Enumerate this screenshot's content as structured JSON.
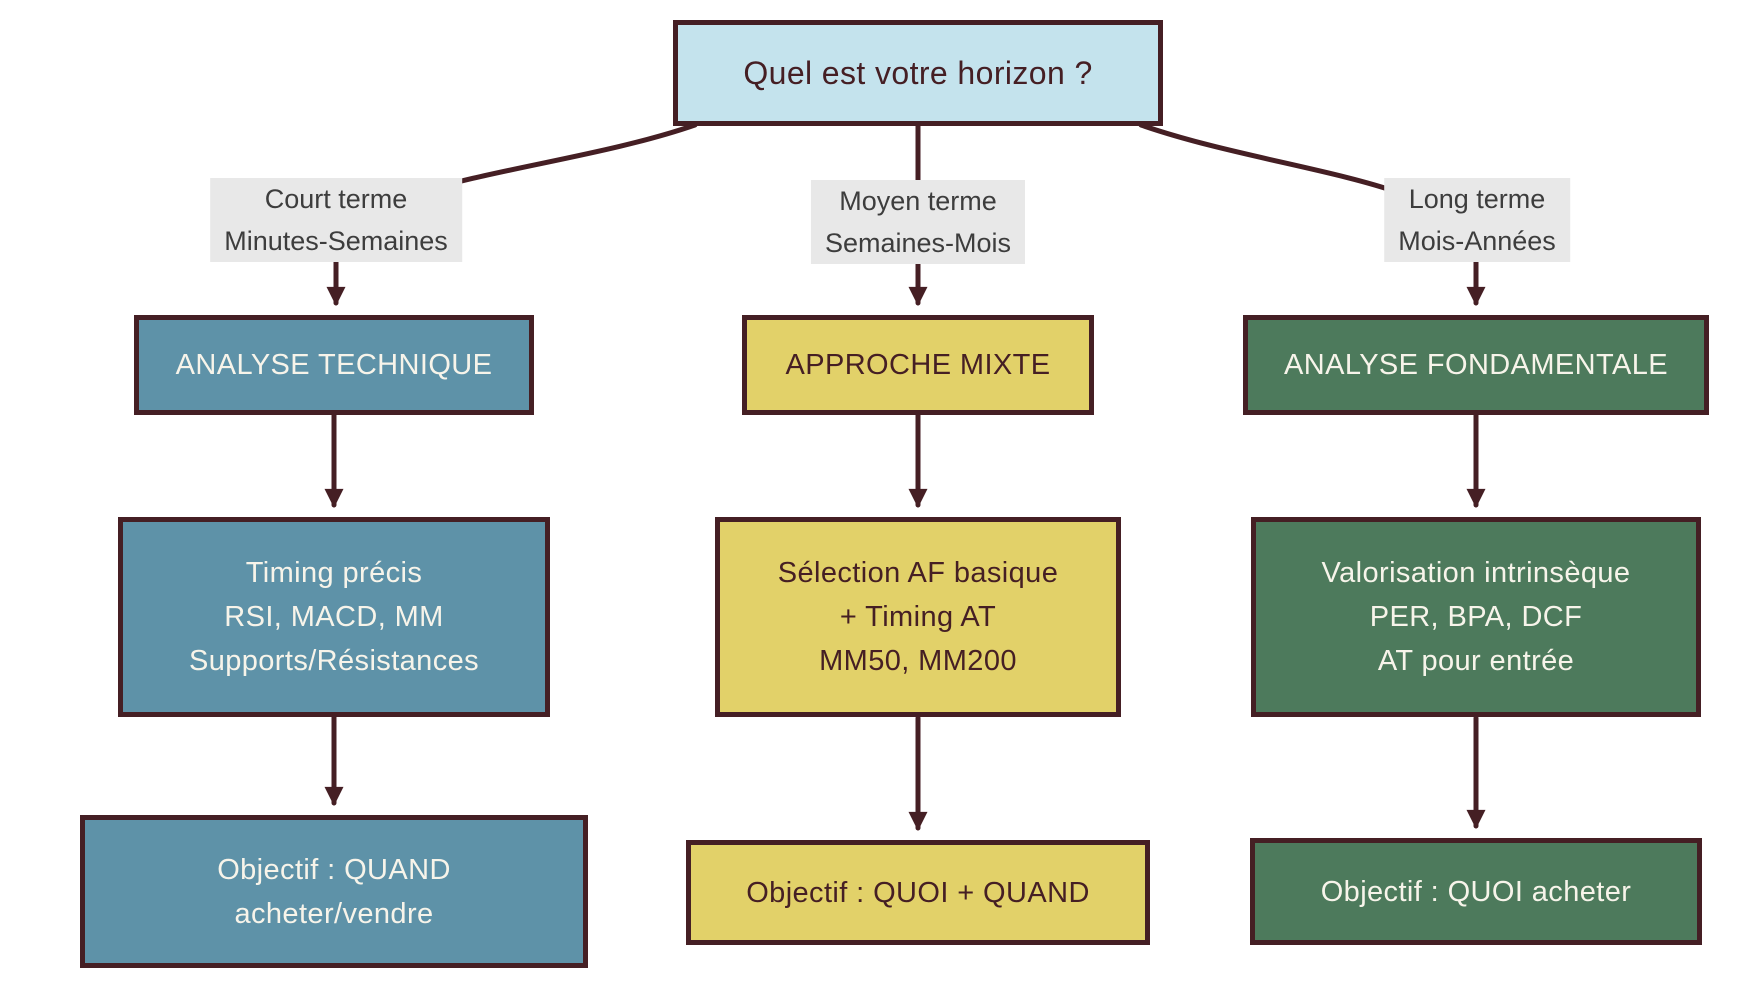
{
  "root": {
    "question": "Quel est votre horizon ?"
  },
  "colors": {
    "border_and_arrows": "#451f24",
    "root_fill": "#c4e3ed",
    "technical_fill": "#5e92a8",
    "mixed_fill": "#e2d169",
    "fundamental_fill": "#4d7a5c",
    "horizon_label_bg": "#e8e8e8",
    "horizon_label_text": "#3d3d3d",
    "light_text": "#f7f4ea"
  },
  "branches": [
    {
      "id": "court-terme",
      "horizon_line1": "Court terme",
      "horizon_line2": "Minutes-Semaines",
      "approach": "ANALYSE TECHNIQUE",
      "method_lines": [
        "Timing précis",
        "RSI, MACD, MM",
        "Supports/Résistances"
      ],
      "objective_lines": [
        "Objectif : QUAND",
        "acheter/vendre"
      ]
    },
    {
      "id": "moyen-terme",
      "horizon_line1": "Moyen terme",
      "horizon_line2": "Semaines-Mois",
      "approach": "APPROCHE MIXTE",
      "method_lines": [
        "Sélection AF basique",
        "+ Timing AT",
        "MM50, MM200"
      ],
      "objective_lines": [
        "Objectif : QUOI + QUAND"
      ]
    },
    {
      "id": "long-terme",
      "horizon_line1": "Long terme",
      "horizon_line2": "Mois-Années",
      "approach": "ANALYSE FONDAMENTALE",
      "method_lines": [
        "Valorisation intrinsèque",
        "PER, BPA, DCF",
        "AT pour entrée"
      ],
      "objective_lines": [
        "Objectif : QUOI acheter"
      ]
    }
  ]
}
